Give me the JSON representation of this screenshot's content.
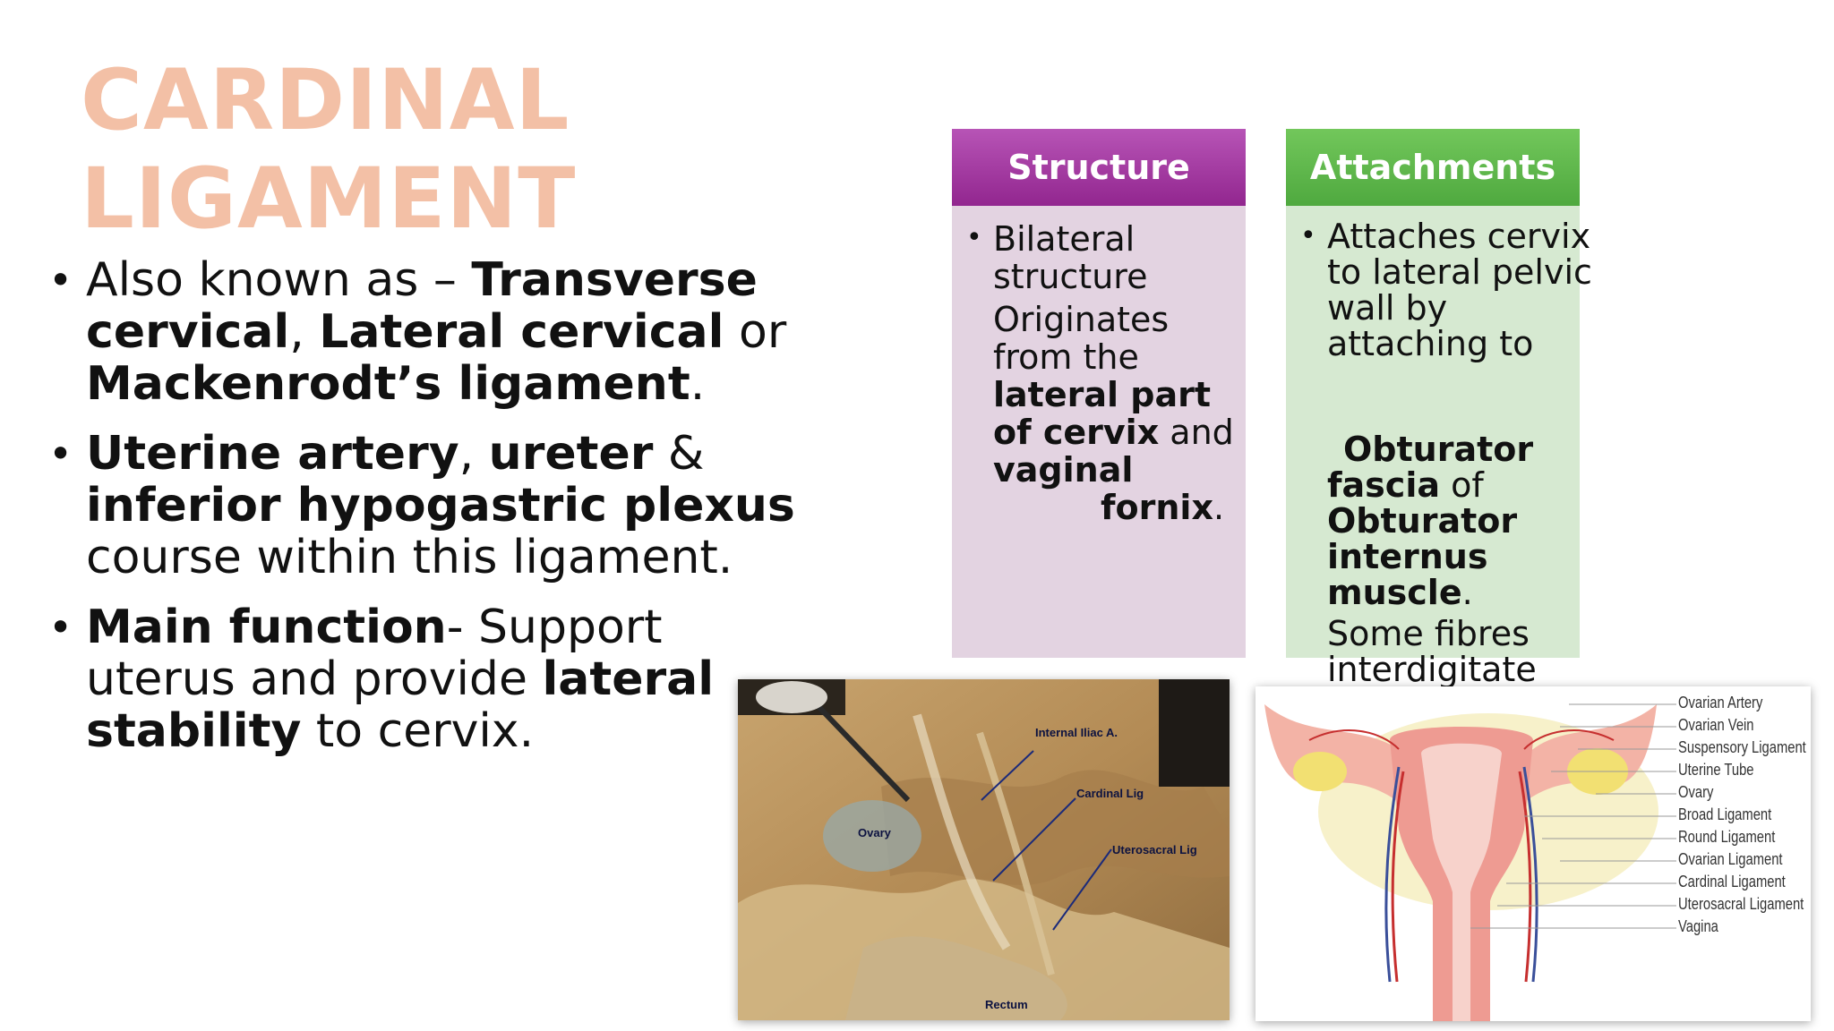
{
  "title": {
    "line1": "CARDINAL",
    "line2": "LIGAMENT"
  },
  "bullets": {
    "b1": {
      "t1": "Also known as – ",
      "t2": "Transverse cervical",
      "t3": ", ",
      "t4": "Lateral cervical",
      "t5": " or ",
      "t6": "Mackenrodt’s ligament",
      "t7": "."
    },
    "b2": {
      "t1": "Uterine artery",
      "t2": ", ",
      "t3": "ureter",
      "t4": " & ",
      "t5": "inferior hypogastric plexus",
      "t6": " course within this ligament."
    },
    "b3": {
      "t1": "Main function",
      "t2": "- Support uterus and provide ",
      "t3": "lateral stability",
      "t4": " to cervix."
    }
  },
  "structure": {
    "header": "Structure",
    "l1": "Bilateral",
    "l2": "structure",
    "l3": "Originates",
    "l4": "from the",
    "l5": "lateral part",
    "l6": "of cervix",
    "l6b": " and",
    "l7": "vaginal",
    "l8": "fornix",
    "l8b": "."
  },
  "attachments": {
    "header": "Attachments",
    "l1": "Attaches cervix",
    "l2": "to lateral pelvic",
    "l3": "wall by",
    "l4": "attaching to",
    "l5": "Obturator",
    "l6": "fascia",
    "l6b": " of",
    "l7": "Obturator",
    "l8": "internus",
    "l9": "muscle",
    "l9b": ".",
    "l10": "Some fibres",
    "l11": "interdigitate"
  },
  "dissection_labels": {
    "iliac": "Internal Iliac A.",
    "cardinal": "Cardinal Lig",
    "ovary": "Ovary",
    "uterosacral": "Uterosacral Lig",
    "rectum": "Rectum"
  },
  "uterus_legend": [
    "Ovarian Artery",
    "Ovarian Vein",
    "Suspensory Ligament",
    "Uterine Tube",
    "Ovary",
    "Broad Ligament",
    "Round Ligament",
    "Ovarian Ligament",
    "Cardinal Ligament",
    "Uterosacral Ligament",
    "Vagina"
  ],
  "colors": {
    "title": "#f3c0a6",
    "structure_header": "#a2369f",
    "structure_body": "#e3d3e1",
    "attachments_header": "#5db54a",
    "attachments_body": "#d6e9d1"
  }
}
